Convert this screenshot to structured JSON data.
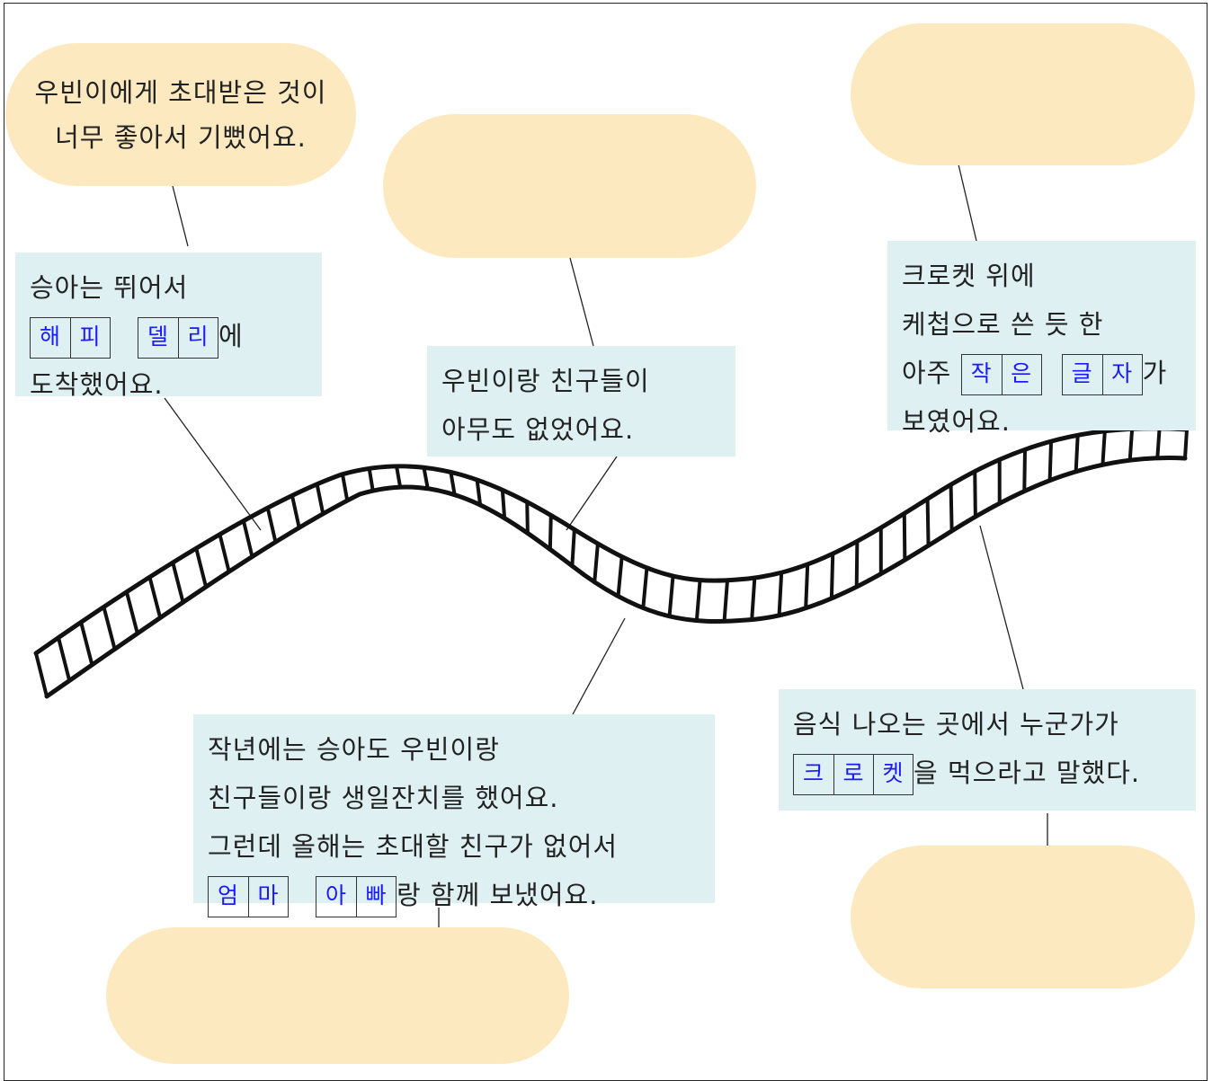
{
  "bubbles": {
    "top_left": [
      "우빈이에게 초대받은 것이",
      "너무 좋아서 기뻤어요."
    ],
    "top_center": [],
    "top_right": [],
    "bottom_right": [],
    "bottom_left": []
  },
  "boxes": {
    "seunga_arrived": {
      "line1": "승아는 뛰어서",
      "word1": [
        "해",
        "피"
      ],
      "word2": [
        "델",
        "리"
      ],
      "suffix": "에",
      "line3": "도착했어요."
    },
    "no_friends": {
      "line1": "우빈이랑 친구들이",
      "line2": "아무도 없었어요."
    },
    "small_letters": {
      "line1": "크로켓 위에",
      "line2": "케첩으로 쓴 듯 한",
      "prefix": "아주",
      "word1": [
        "작",
        "은"
      ],
      "word2": [
        "글",
        "자"
      ],
      "suffix": "가",
      "line4": "보였어요."
    },
    "last_year": {
      "line1": "작년에는 승아도 우빈이랑",
      "line2": "친구들이랑 생일잔치를 했어요.",
      "line3": "그런데 올해는 초대할 친구가 없어서",
      "word1": [
        "엄",
        "마"
      ],
      "word2": [
        "아",
        "빠"
      ],
      "suffix": "랑 함께 보냈어요."
    },
    "croquette": {
      "line1": "음식 나오는 곳에서 누군가가",
      "word1": [
        "크",
        "로",
        "켓"
      ],
      "suffix": "을 먹으라고 말했다."
    }
  },
  "colors": {
    "bubble_fill": "#fde9bf",
    "box_fill": "#def0f1",
    "cell_text": "#1a1aff",
    "road_stroke": "#111111"
  }
}
